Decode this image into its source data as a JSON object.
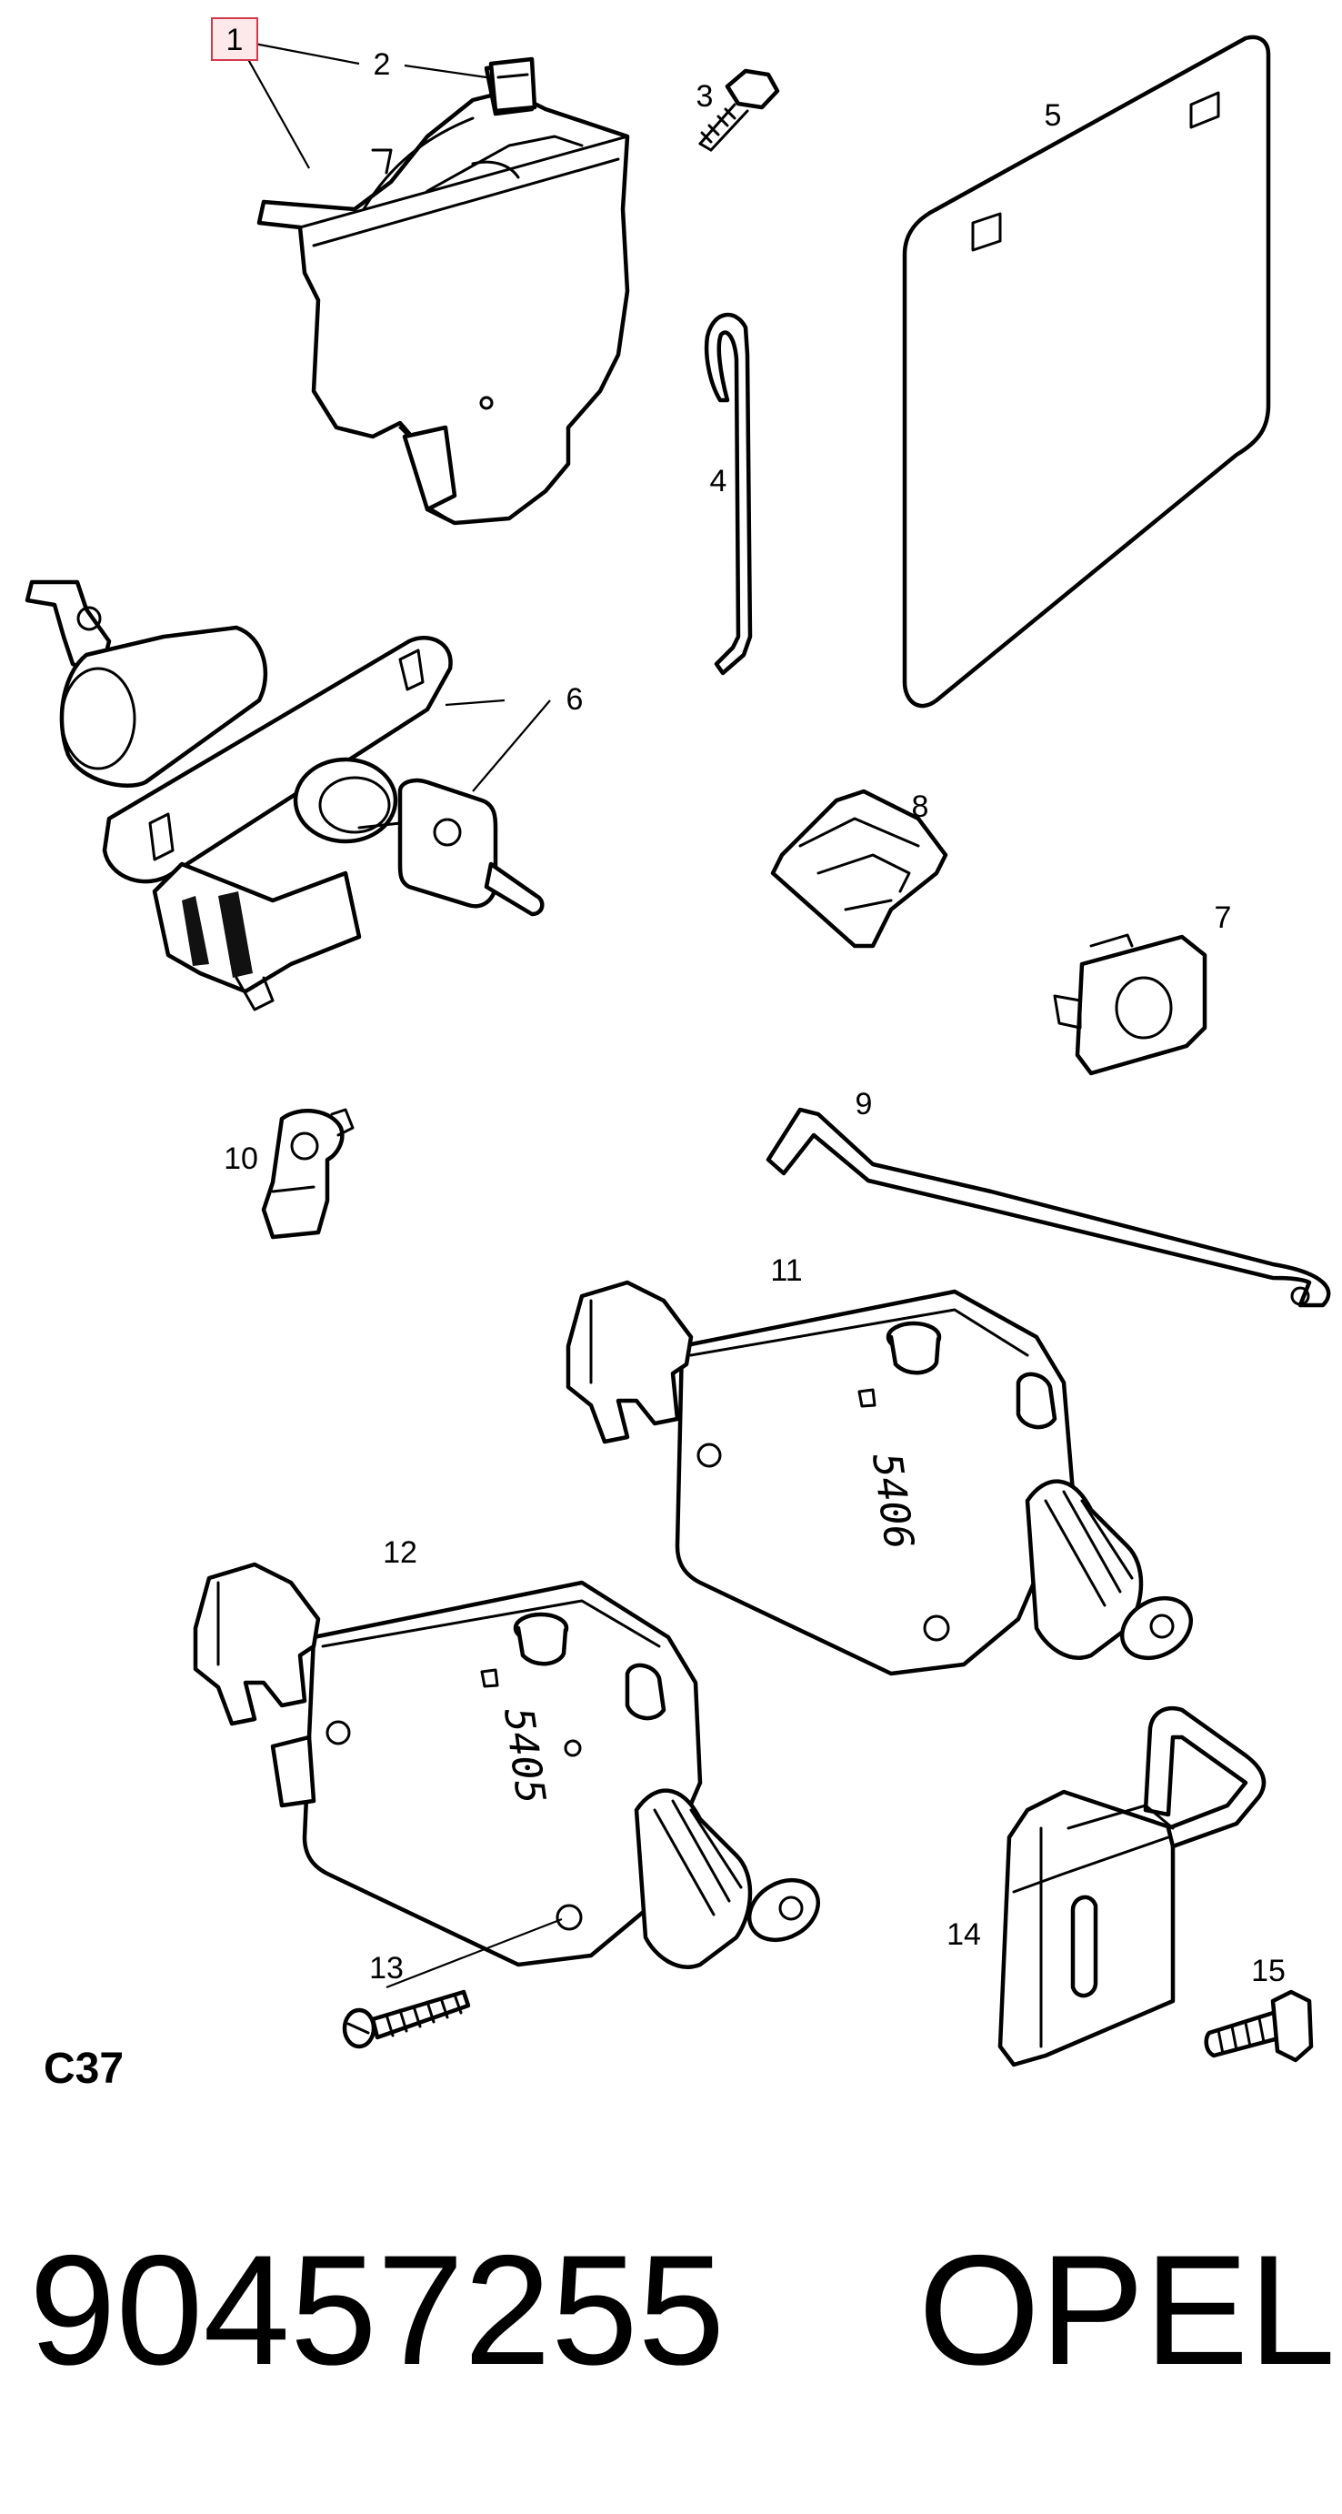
{
  "diagram": {
    "section_code": "C37",
    "highlighted_callout": "1",
    "callouts": [
      "1",
      "2",
      "3",
      "4",
      "5",
      "6",
      "7",
      "8",
      "9",
      "10",
      "11",
      "12",
      "13",
      "14",
      "15"
    ],
    "actuator_stamps": {
      "part_11": "5406",
      "part_12": "5405"
    }
  },
  "footer": {
    "part_number": "90457255",
    "brand": "OPEL"
  }
}
